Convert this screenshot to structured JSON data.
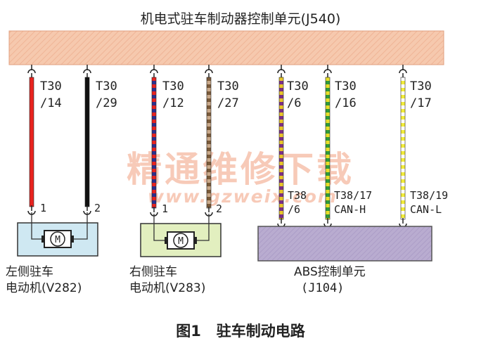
{
  "diagram": {
    "ecu_title": "机电式驻车制动器控制单元(J540)",
    "caption": "图1   驻车制动电路",
    "watermark_cn": "精通维修下载",
    "watermark_url": "www.gzweix.com",
    "wires": [
      {
        "id": "t30-14",
        "pin_line1": "T30",
        "pin_line2": "/14",
        "colors": [
          "#e8231f"
        ]
      },
      {
        "id": "t30-29",
        "pin_line1": "T30",
        "pin_line2": "/29",
        "colors": [
          "#111111"
        ]
      },
      {
        "id": "t30-12",
        "pin_line1": "T30",
        "pin_line2": "/12",
        "colors": [
          "#2b2f8c",
          "#e8231f"
        ]
      },
      {
        "id": "t30-27",
        "pin_line1": "T30",
        "pin_line2": "/27",
        "colors": [
          "#c9a98a",
          "#7a5a3a"
        ]
      },
      {
        "id": "t30-6",
        "pin_line1": "T30",
        "pin_line2": "/6",
        "colors": [
          "#7b2f86",
          "#e8c62a"
        ]
      },
      {
        "id": "t30-16",
        "pin_line1": "T30",
        "pin_line2": "/16",
        "colors": [
          "#2f9a3a",
          "#e8e02a"
        ]
      },
      {
        "id": "t30-17",
        "pin_line1": "T30",
        "pin_line2": "/17",
        "colors": [
          "#f2ec3a",
          "#ffffff"
        ]
      }
    ],
    "motor_left": {
      "label_line1": "左侧驻车",
      "label_line2": "电动机(V282)",
      "pin_a": "1",
      "pin_b": "2",
      "symbol": "M",
      "fill": "#cfe8f2"
    },
    "motor_right": {
      "label_line1": "右侧驻车",
      "label_line2": "电动机(V283)",
      "pin_a": "1",
      "pin_b": "2",
      "symbol": "M",
      "fill": "#e2efbf"
    },
    "abs": {
      "label_line1": "ABS控制单元",
      "label_line2": "(J104)",
      "fill": "#b9acd0",
      "pins": [
        {
          "line1": "T38",
          "line2": "/6"
        },
        {
          "line1": "T38/17",
          "line2": "CAN-H"
        },
        {
          "line1": "T38/19",
          "line2": "CAN-L"
        }
      ]
    },
    "ecu_fill": "#f6c9ae"
  }
}
